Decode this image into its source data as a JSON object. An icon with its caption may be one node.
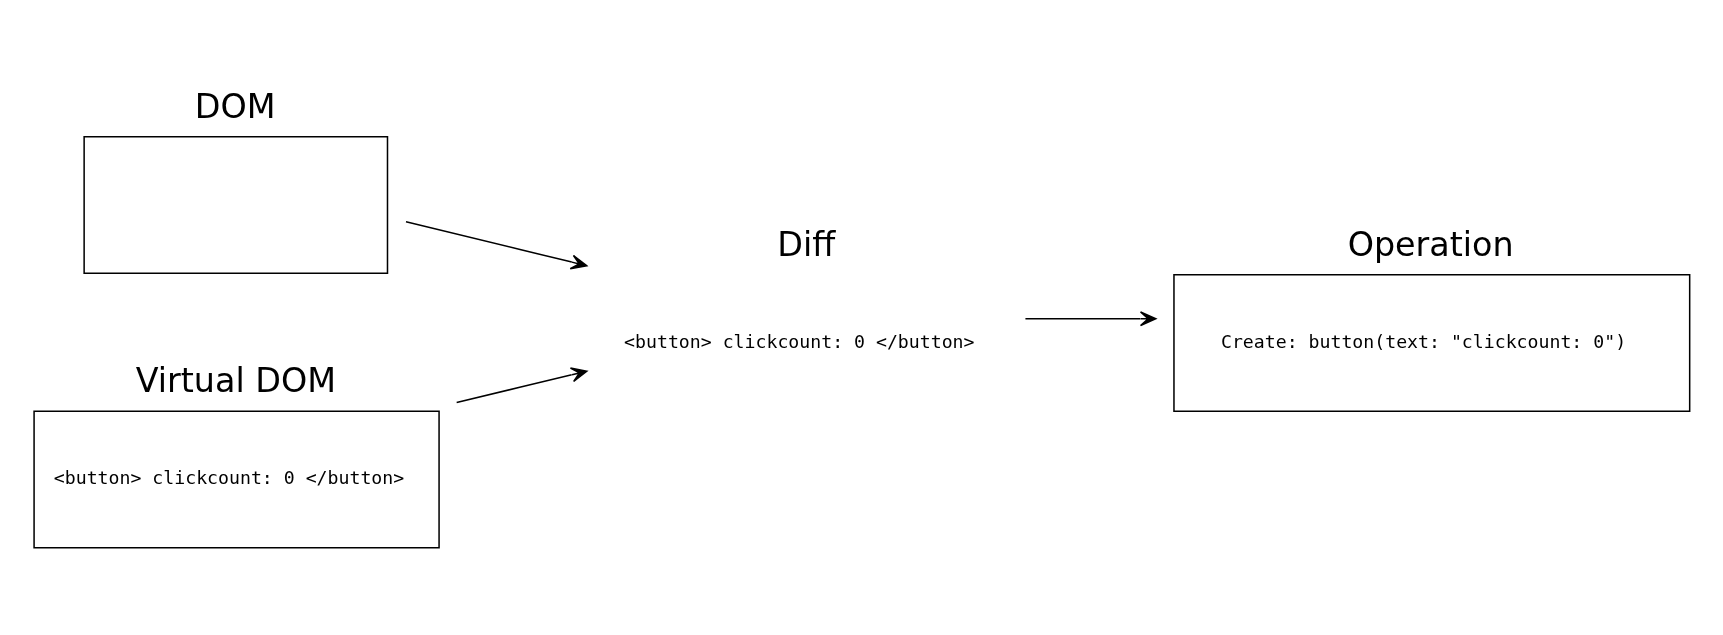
{
  "diagram": {
    "nodes": [
      {
        "text": [
          "DOM"
        ]
      },
      {
        "text": [
          "Virtual DOM",
          "<button> clickcount: 0 </button>"
        ]
      },
      {
        "text": [
          "Diff",
          "<button> clickcount: 0 </button>"
        ]
      },
      {
        "text": [
          "Operation",
          "Create: button(text: \"clickcount: 0\")"
        ]
      }
    ],
    "edges": [
      {
        "from": 0,
        "to": 2,
        "arrow": "to"
      },
      {
        "from": 1,
        "to": 2,
        "arrow": "to"
      },
      {
        "from": 2,
        "to": 3,
        "arrow": "to"
      }
    ]
  }
}
